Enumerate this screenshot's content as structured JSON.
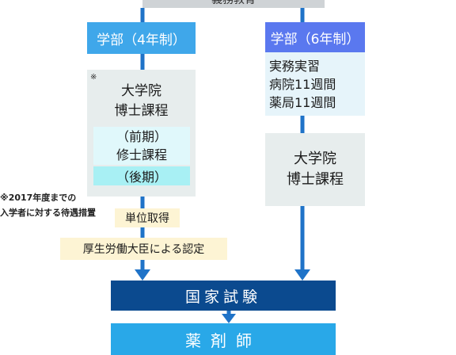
{
  "top_label": "義務教育",
  "left_column": {
    "header": "学部（4年制）",
    "footnote_mark": "※",
    "graduate_line1": "大学院",
    "graduate_line2": "博士課程",
    "first_half": "（前期）",
    "master_course": "修士課程",
    "second_half": "（後期）"
  },
  "right_column": {
    "header": "学部（6年制）",
    "practice_title": "実務実習",
    "hospital": "病院11週間",
    "pharmacy": "薬局11週間",
    "graduate_line1": "大学院",
    "graduate_line2": "博士課程"
  },
  "note_line1": "※2017年度までの",
  "note_line2": "入学者に対する待遇措置",
  "credits_label": "単位取得",
  "approval_label": "厚生労働大臣による認定",
  "exam_label": "国家試験",
  "pharmacist_label": "薬剤師",
  "colors": {
    "arrow": "#1f73c8",
    "header_left": "#3fa7ea",
    "header_right": "#5a78ef",
    "exam": "#0b4a8f",
    "pharmacist": "#29a8e8"
  }
}
